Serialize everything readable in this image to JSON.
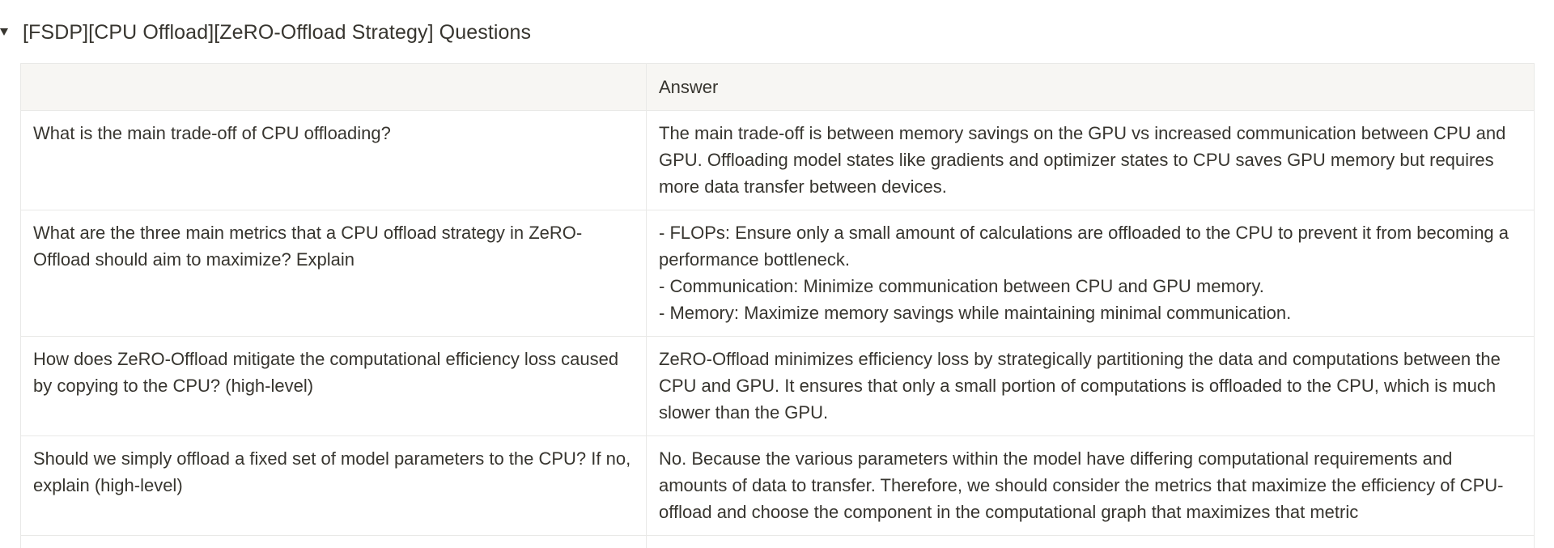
{
  "toggle": {
    "title": "[FSDP][CPU Offload][ZeRO-Offload Strategy] Questions",
    "icon": "triangle-down-icon"
  },
  "table": {
    "headers": [
      "",
      "Answer"
    ],
    "rows": [
      {
        "question": "What is the main trade-off of CPU offloading?",
        "answer": "The main trade-off is between memory savings on the GPU vs increased communication between CPU and GPU. Offloading model states like gradients and optimizer states to CPU saves GPU memory but requires more data transfer between devices."
      },
      {
        "question": "What are the three main metrics that a CPU offload strategy in ZeRO-Offload should aim to maximize? Explain",
        "answer": "- FLOPs: Ensure only a small amount of calculations are offloaded to the CPU to prevent it from becoming a performance bottleneck.\n- Communication: Minimize communication between CPU and GPU memory.\n- Memory: Maximize memory savings while maintaining minimal communication."
      },
      {
        "question": "How does ZeRO-Offload mitigate the computational efficiency loss caused by copying to the CPU? (high-level)",
        "answer": "ZeRO-Offload minimizes efficiency loss by strategically partitioning the data and computations between the CPU and GPU. It ensures that only a small portion of computations is offloaded to the CPU, which is much slower than the GPU."
      },
      {
        "question": "Should we simply offload a fixed set of model parameters to the CPU? If no, explain (high-level)",
        "answer": "No. Because the various parameters within the model have differing computational requirements and amounts of data to transfer. Therefore, we should consider the metrics that maximize the efficiency of CPU-offload and choose the component in the computational graph that maximizes that metric"
      }
    ]
  }
}
